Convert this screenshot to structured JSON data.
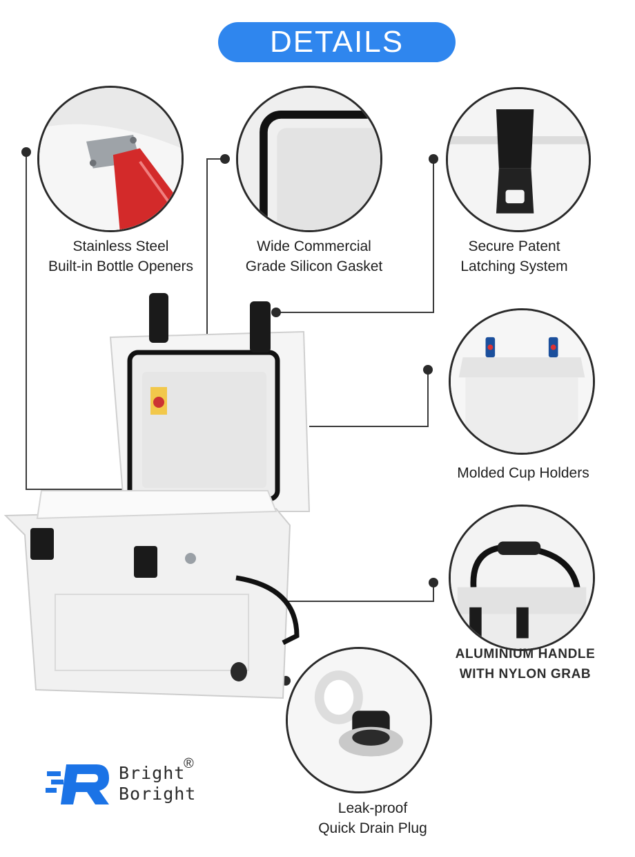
{
  "banner": {
    "title": "DETAILS"
  },
  "features": [
    {
      "line1": "Stainless Steel",
      "line2": "Built-in Bottle Openers"
    },
    {
      "line1": "Wide Commercial",
      "line2": "Grade Silicon Gasket"
    },
    {
      "line1": "Secure Patent",
      "line2": "Latching System"
    },
    {
      "line1": "Molded Cup Holders"
    },
    {
      "line1": "ALUMINIUM HANDLE",
      "line2": "WITH NYLON GRAB"
    },
    {
      "line1": "Leak-proof",
      "line2": "Quick Drain Plug"
    }
  ],
  "brand": {
    "line1": "Bright",
    "line2": "Boright",
    "mark": "®"
  },
  "icons": [
    "bottle-opener-icon",
    "gasket-icon",
    "latch-icon",
    "cup-holder-icon",
    "handle-icon",
    "drain-plug-icon"
  ],
  "colors": {
    "accent": "#2f86ee",
    "logo": "#1b73e6"
  }
}
